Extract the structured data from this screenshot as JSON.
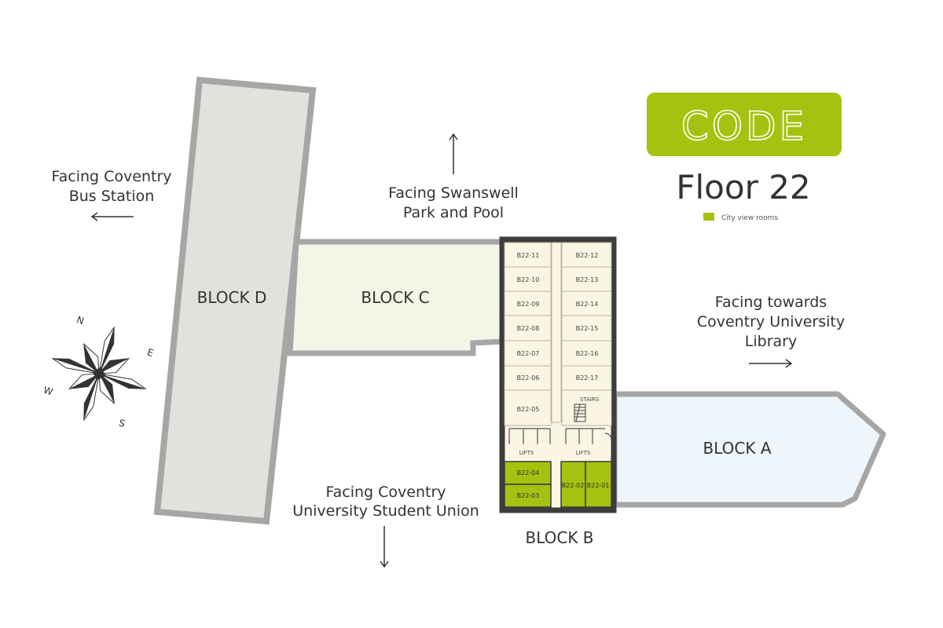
{
  "logo": {
    "text": "CODE",
    "color": "#a4c20f"
  },
  "floor_title": "Floor 22",
  "legend": {
    "label": "City view rooms",
    "color": "#a4c20f"
  },
  "blocks": {
    "a": "BLOCK A",
    "b": "BLOCK B",
    "c": "BLOCK C",
    "d": "BLOCK D"
  },
  "directions": {
    "west": [
      "Facing Coventry",
      "Bus Station"
    ],
    "north": [
      "Facing Swanswell",
      "Park and Pool"
    ],
    "east": [
      "Facing towards",
      "Coventry University",
      "Library"
    ],
    "south": [
      "Facing Coventry",
      "University Student Union"
    ]
  },
  "compass": {
    "n": "N",
    "e": "E",
    "s": "S",
    "w": "W"
  },
  "rooms": {
    "left_column": [
      "B22-11",
      "B22-10",
      "B22-09",
      "B22-08",
      "B22-07",
      "B22-06",
      "B22-05"
    ],
    "right_column": [
      "B22-12",
      "B22-13",
      "B22-14",
      "B22-15",
      "B22-16",
      "B22-17"
    ],
    "city_view": [
      "B22-04",
      "B22-03",
      "B22-02",
      "B22-01"
    ]
  },
  "core": {
    "stairs": "STAIRS",
    "lifts_left": "LIFTS",
    "lifts_right": "LIFTS"
  },
  "colors": {
    "block_a_fill": "#eef6fb",
    "block_c_fill": "#f3f5e6",
    "block_d_fill": "#e3e1dc",
    "block_border": "#a6a6a6",
    "block_b_border": "#3d3d3d",
    "room_fill": "#fbf5e4",
    "city_view": "#a4c20f"
  }
}
